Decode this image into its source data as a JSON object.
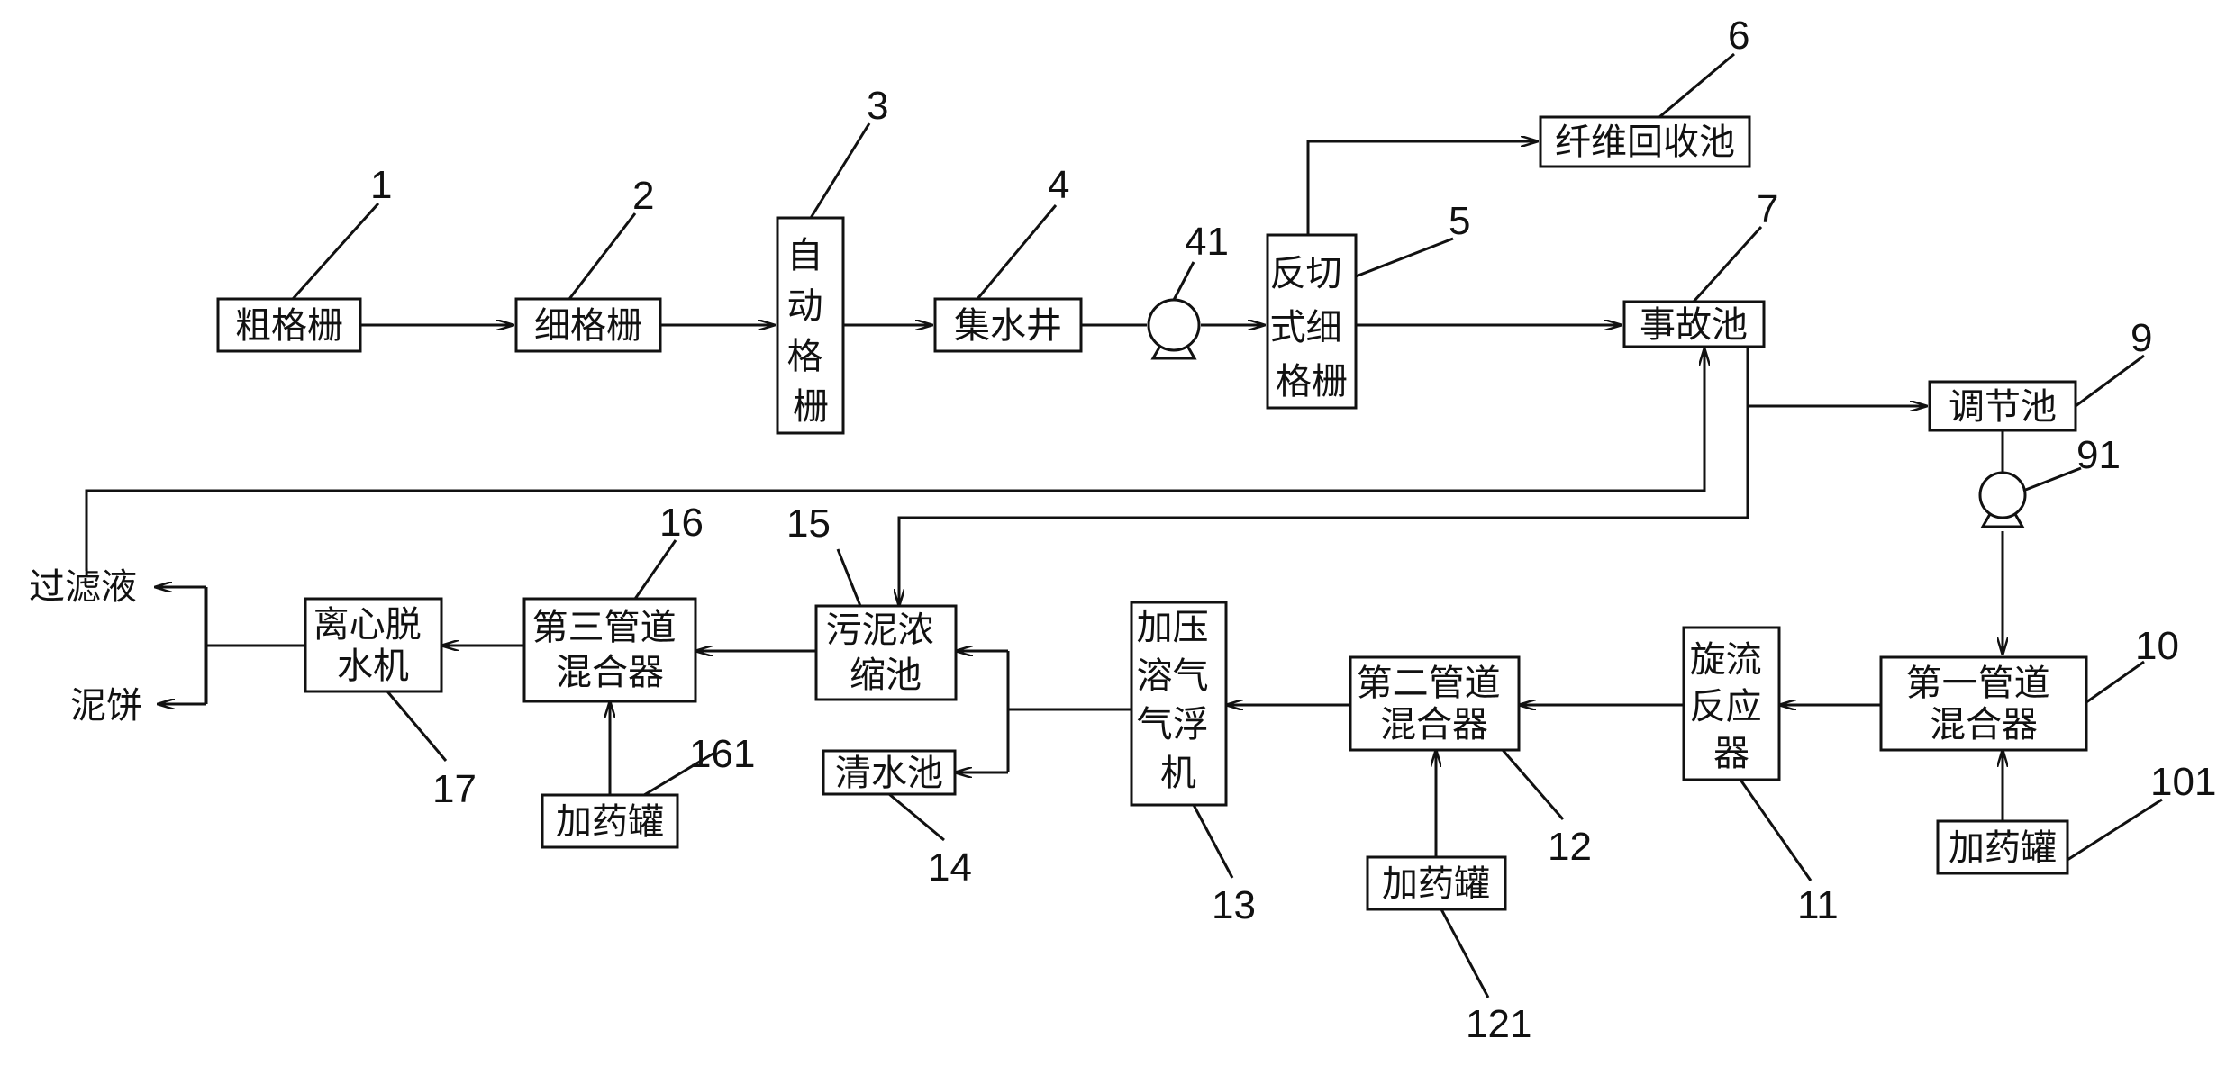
{
  "nodes": {
    "n1": {
      "lines": [
        "粗格栅"
      ]
    },
    "n2": {
      "lines": [
        "细格栅"
      ]
    },
    "n3": {
      "lines": [
        "自",
        "动",
        "格",
        "栅"
      ]
    },
    "n4": {
      "lines": [
        "集水井"
      ]
    },
    "n5": {
      "lines": [
        "反切",
        "式细",
        "格栅"
      ]
    },
    "n6": {
      "lines": [
        "纤维回收池"
      ]
    },
    "n7": {
      "lines": [
        "事故池"
      ]
    },
    "n9": {
      "lines": [
        "调节池"
      ]
    },
    "n10": {
      "lines": [
        "第一管道",
        "混合器"
      ]
    },
    "n101": {
      "lines": [
        "加药罐"
      ]
    },
    "n11": {
      "lines": [
        "旋流",
        "反应",
        "器"
      ]
    },
    "n12": {
      "lines": [
        "第二管道",
        "混合器"
      ]
    },
    "n121": {
      "lines": [
        "加药罐"
      ]
    },
    "n13": {
      "lines": [
        "加压",
        "溶气",
        "气浮",
        "机"
      ]
    },
    "n14": {
      "lines": [
        "清水池"
      ]
    },
    "n15": {
      "lines": [
        "污泥浓",
        "缩池"
      ]
    },
    "n16": {
      "lines": [
        "第三管道",
        "混合器"
      ]
    },
    "n161": {
      "lines": [
        "加药罐"
      ]
    },
    "n17": {
      "lines": [
        "离心脱",
        "水机"
      ]
    }
  },
  "outputs": {
    "filtrate": "过滤液",
    "cake": "泥饼"
  },
  "refs": {
    "r1": "1",
    "r2": "2",
    "r3": "3",
    "r4": "4",
    "r41": "41",
    "r5": "5",
    "r6": "6",
    "r7": "7",
    "r9": "9",
    "r91": "91",
    "r10": "10",
    "r101": "101",
    "r11": "11",
    "r12": "12",
    "r121": "121",
    "r13": "13",
    "r14": "14",
    "r15": "15",
    "r16": "16",
    "r161": "161",
    "r17": "17"
  }
}
